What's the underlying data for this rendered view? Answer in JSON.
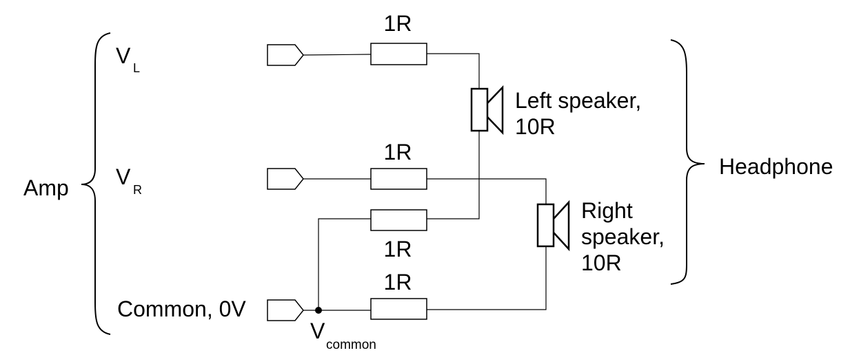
{
  "amp": {
    "label": "Amp",
    "vl_main": "V",
    "vl_sub": "L",
    "vr_main": "V",
    "vr_sub": "R",
    "common": "Common, 0V"
  },
  "node": {
    "main": "V",
    "sub": "common"
  },
  "resistors": {
    "left": "1R",
    "right": "1R",
    "common_upper": "1R",
    "common_lower": "1R"
  },
  "left_speaker": {
    "line1": "Left speaker,",
    "line2": "10R"
  },
  "right_speaker": {
    "line1": "Right",
    "line2": "speaker,",
    "line3": "10R"
  },
  "headphone": {
    "label": "Headphone"
  },
  "colors": {
    "ink": "#000000",
    "background": "#ffffff"
  }
}
